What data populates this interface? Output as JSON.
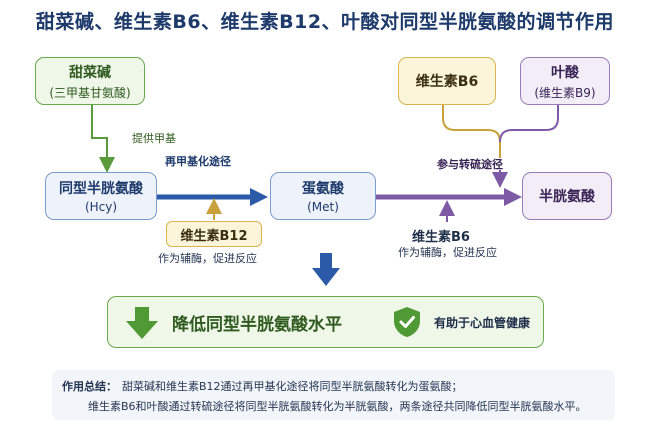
{
  "title": "甜菜碱、维生素B6、维生素B12、叶酸对同型半胱氨酸的调节作用",
  "nodes": {
    "betaine": {
      "name": "甜菜碱",
      "sub": "(三甲基甘氨酸)"
    },
    "b6_top": {
      "name": "维生素B6"
    },
    "folate": {
      "name": "叶酸",
      "sub": "(维生素B9)"
    },
    "hcy": {
      "name": "同型半胱氨酸",
      "sub": "(Hcy)"
    },
    "met": {
      "name": "蛋氨酸",
      "sub": "(Met)"
    },
    "cys": {
      "name": "半胱氨酸"
    },
    "b12": {
      "name": "维生素B12"
    }
  },
  "labels": {
    "methyl_donor": "提供甲基",
    "remethylation": "再甲基化途径",
    "transsulfuration": "参与转硫途径",
    "b12_note": "作为辅酶，促进反应",
    "b6_bottom_name": "维生素B6",
    "b6_bottom_note": "作为辅酶，促进反应"
  },
  "result": {
    "main": "降低同型半胱氨酸水平",
    "benefit": "有助于心血管健康"
  },
  "summary": {
    "label": "作用总结：",
    "line1": "甜菜碱和维生素B12通过再甲基化途径将同型半胱氨酸转化为蛋氨酸；",
    "line2": "维生素B6和叶酸通过转硫途径将同型半胱氨酸转化为半胱氨酸，两条途径共同降低同型半胱氨酸水平。"
  },
  "colors": {
    "green": "#5b9a3c",
    "blue": "#2a5aa8",
    "yellow": "#d9b34f",
    "purple": "#7e5aa6",
    "title": "#1d3a6b"
  }
}
